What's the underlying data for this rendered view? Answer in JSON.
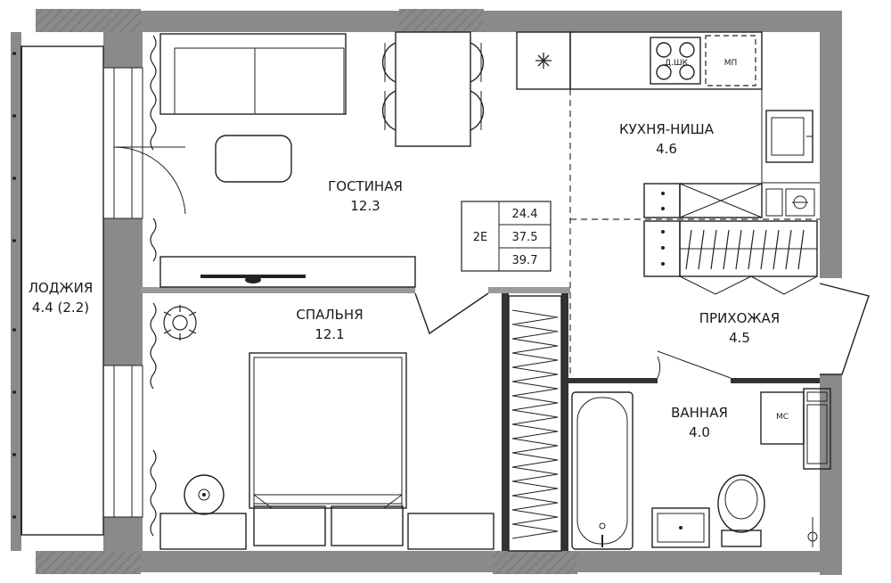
{
  "colors": {
    "wall": "#8a8a8a",
    "inner_wall": "#9a9a9a",
    "line": "#222222",
    "background": "#ffffff"
  },
  "rooms": {
    "loggia": {
      "name": "ЛОДЖИЯ",
      "area": "4.4 (2.2)"
    },
    "living": {
      "name": "ГОСТИНАЯ",
      "area": "12.3"
    },
    "kitchen": {
      "name": "КУХНЯ-НИША",
      "area": "4.6"
    },
    "bedroom": {
      "name": "СПАЛЬНЯ",
      "area": "12.1"
    },
    "hall": {
      "name": "ПРИХОЖАЯ",
      "area": "4.5"
    },
    "bathroom": {
      "name": "ВАННАЯ",
      "area": "4.0"
    }
  },
  "summary": {
    "code": "2E",
    "values": [
      "24.4",
      "37.5",
      "39.7"
    ]
  },
  "appliances": {
    "stove": "Д.ШК",
    "dishwasher": "МП",
    "washer": "МС"
  },
  "icons": [
    "fridge-snowflake-icon",
    "plant-icon",
    "lamp-icon",
    "tap-icon"
  ]
}
